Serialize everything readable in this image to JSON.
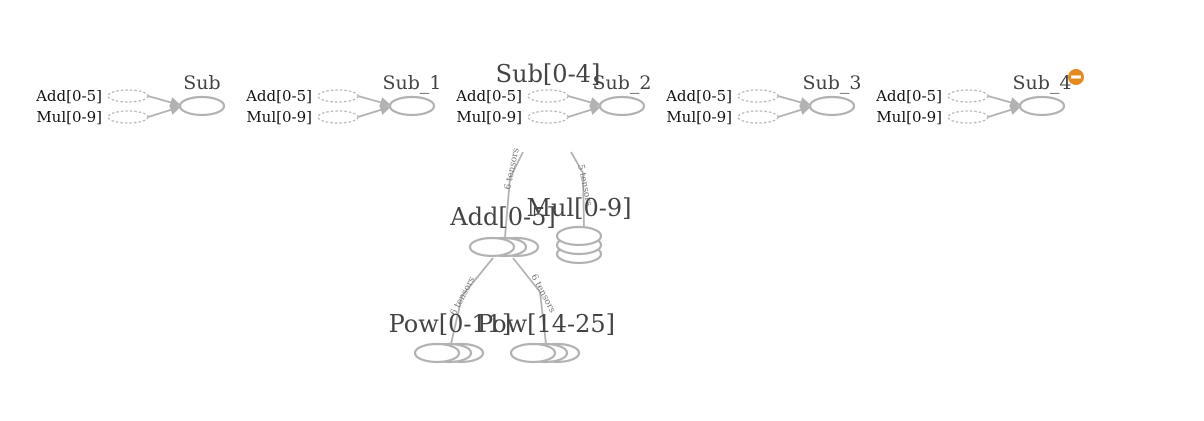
{
  "colors": {
    "node_stroke": "#b2b2b2",
    "text": "#444444",
    "badge": "#e58a1f"
  },
  "sub_groups": [
    {
      "title": "Sub",
      "inputs": [
        "Add[0-5]",
        "Mul[0-9]"
      ]
    },
    {
      "title": "Sub_1",
      "inputs": [
        "Add[0-5]",
        "Mul[0-9]"
      ]
    },
    {
      "title": "Sub_2",
      "inputs": [
        "Add[0-5]",
        "Mul[0-9]"
      ]
    },
    {
      "title": "Sub_3",
      "inputs": [
        "Add[0-5]",
        "Mul[0-9]"
      ]
    },
    {
      "title": "Sub_4",
      "inputs": [
        "Add[0-5]",
        "Mul[0-9]"
      ],
      "badge": "remove-icon"
    }
  ],
  "series_labels": {
    "sub_series": "Sub[0-4]",
    "add_series": "Add[0-5]",
    "mul_series": "Mul[0-9]",
    "pow_a_series": "Pow[0-11]",
    "pow_b_series": "Pow[14-25]"
  },
  "edge_labels": {
    "sub_to_add": "6 tensors",
    "sub_to_mul": "5 tensors",
    "add_to_pow_a": "6 tensors",
    "add_to_pow_b": "6 tensors"
  }
}
